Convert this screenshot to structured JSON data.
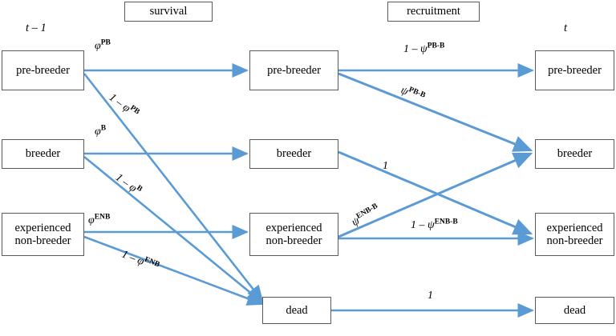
{
  "diagram": {
    "title_headers": [
      {
        "id": "survival",
        "label": "survival"
      },
      {
        "id": "recruitment",
        "label": "recruitment"
      }
    ],
    "time_labels": [
      {
        "id": "time-prev",
        "label": "t – 1"
      },
      {
        "id": "time-curr",
        "label": "t"
      }
    ],
    "colors": {
      "arrow": "#5B9BD5",
      "box_border": "#5a5a5a",
      "text": "#000000",
      "background": "#ffffff"
    },
    "columns": [
      {
        "id": "column-t-minus-1",
        "nodes": [
          {
            "id": "left-pre-breeder",
            "line1": "pre-breeder",
            "line2": ""
          },
          {
            "id": "left-breeder",
            "line1": "breeder",
            "line2": ""
          },
          {
            "id": "left-experienced-non-breeder",
            "line1": "experienced",
            "line2": "non-breeder"
          }
        ]
      },
      {
        "id": "column-survival",
        "nodes": [
          {
            "id": "mid-pre-breeder",
            "line1": "pre-breeder",
            "line2": ""
          },
          {
            "id": "mid-breeder",
            "line1": "breeder",
            "line2": ""
          },
          {
            "id": "mid-experienced-non-breeder",
            "line1": "experienced",
            "line2": "non-breeder"
          },
          {
            "id": "mid-dead",
            "line1": "dead",
            "line2": ""
          }
        ]
      },
      {
        "id": "column-t",
        "nodes": [
          {
            "id": "right-pre-breeder",
            "line1": "pre-breeder",
            "line2": ""
          },
          {
            "id": "right-breeder",
            "line1": "breeder",
            "line2": ""
          },
          {
            "id": "right-experienced-non-breeder",
            "line1": "experienced",
            "line2": "non-breeder"
          },
          {
            "id": "right-dead",
            "line1": "dead",
            "line2": ""
          }
        ]
      }
    ],
    "edge_labels": [
      {
        "id": "phi-pb",
        "base": "φ",
        "sup": "PB",
        "prefix": "",
        "full": "φPB"
      },
      {
        "id": "one-minus-phi-pb",
        "base": "φ",
        "sup": "PB",
        "prefix": "1 – ",
        "full": "1 – φPB"
      },
      {
        "id": "phi-b",
        "base": "φ",
        "sup": "B",
        "prefix": "",
        "full": "φB"
      },
      {
        "id": "one-minus-phi-b",
        "base": "φ",
        "sup": "B",
        "prefix": "1 – ",
        "full": "1 – φB"
      },
      {
        "id": "phi-enb",
        "base": "φ",
        "sup": "ENB",
        "prefix": "",
        "full": "φENB"
      },
      {
        "id": "one-minus-phi-enb",
        "base": "φ",
        "sup": "ENB",
        "prefix": "1 – ",
        "full": "1 – φENB"
      },
      {
        "id": "one-minus-psi-pb-b",
        "base": "ψ",
        "sup": "PB-B",
        "prefix": "1 – ",
        "full": "1 – ψPB-B"
      },
      {
        "id": "psi-pb-b",
        "base": "ψ",
        "sup": "PB-B",
        "prefix": "",
        "full": "ψPB-B"
      },
      {
        "id": "one-breeder-to-enb",
        "base": "1",
        "sup": "",
        "prefix": "",
        "full": "1"
      },
      {
        "id": "psi-enb-b",
        "base": "ψ",
        "sup": "ENB-B",
        "prefix": "",
        "full": "ψENB-B"
      },
      {
        "id": "one-minus-psi-enb-b",
        "base": "ψ",
        "sup": "ENB-B",
        "prefix": "1 – ",
        "full": "1 – ψENB-B"
      },
      {
        "id": "one-dead-to-dead",
        "base": "1",
        "sup": "",
        "prefix": "",
        "full": "1"
      }
    ]
  }
}
